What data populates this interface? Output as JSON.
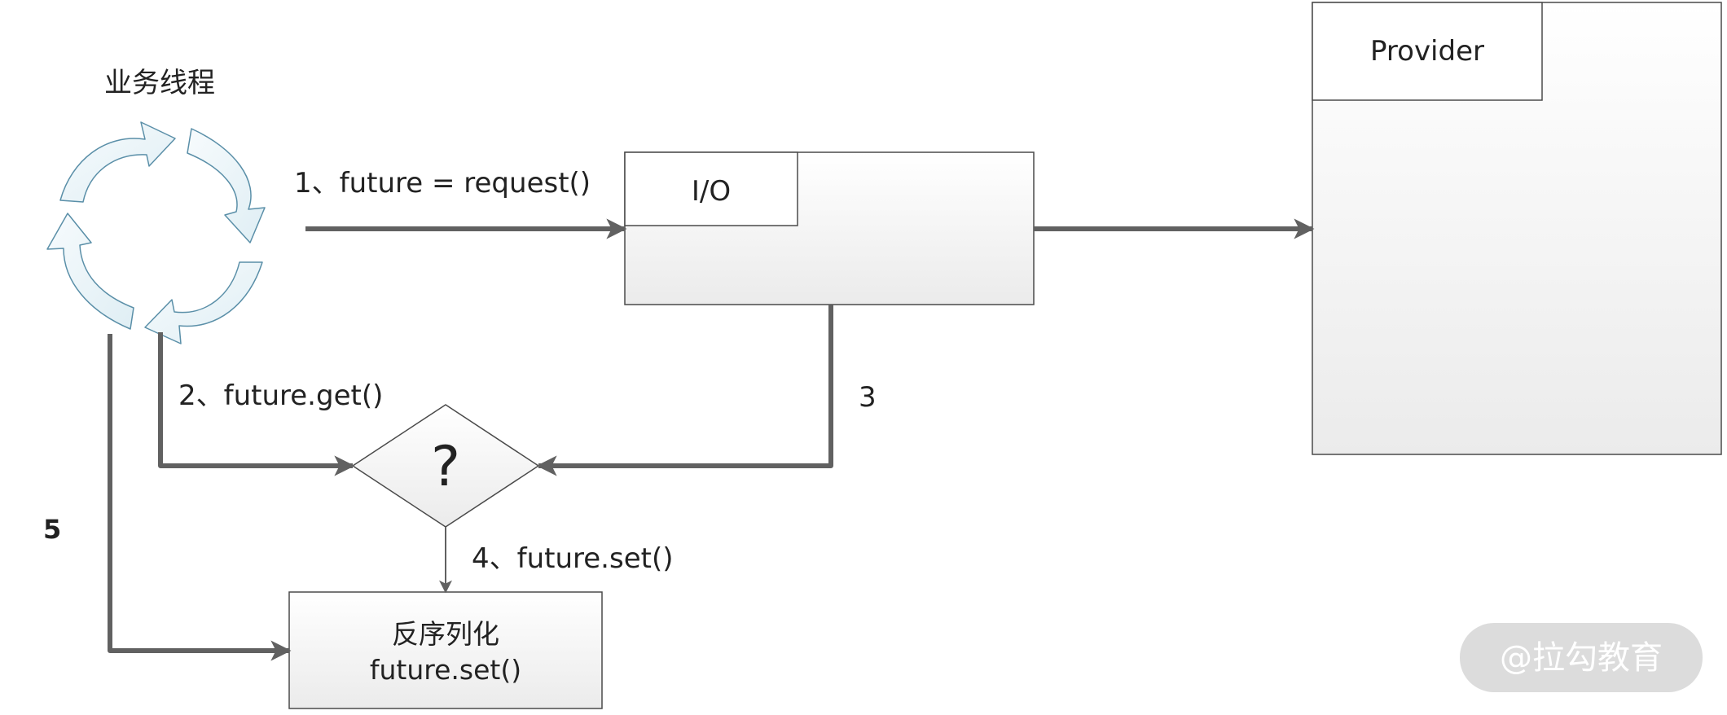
{
  "thread": {
    "label": "业务线程"
  },
  "io": {
    "label": "I/O"
  },
  "provider": {
    "label": "Provider"
  },
  "decision": {
    "symbol": "?"
  },
  "deserialize": {
    "line1": "反序列化",
    "line2": "future.set()"
  },
  "steps": {
    "s1": "1、future = request()",
    "s2": "2、future.get()",
    "s3": "3",
    "s4": "4、future.set()",
    "s5": "5"
  },
  "watermark": {
    "text": "@拉勾教育"
  },
  "colors": {
    "arrow": "#616161",
    "box_border": "#4a4a4a",
    "cycle_fill": "#eef5f8",
    "cycle_stroke": "#5a8fa8",
    "watermark_bg": "#dcdcdc"
  }
}
